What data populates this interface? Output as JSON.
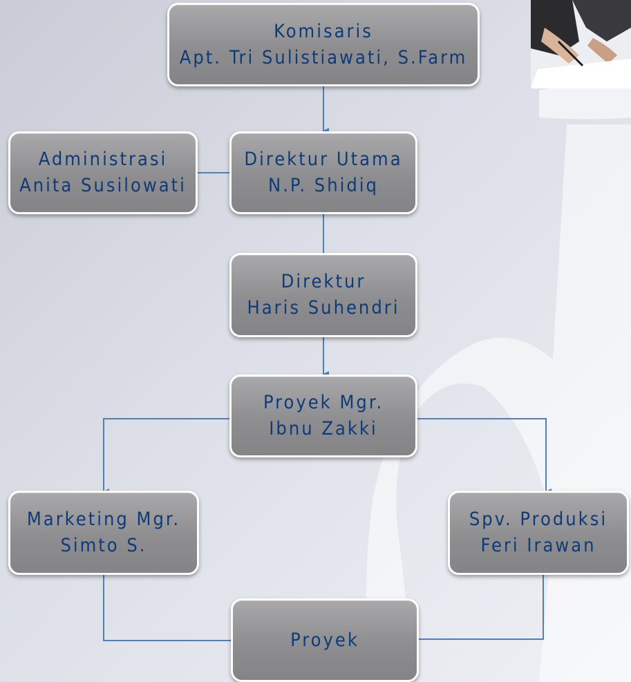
{
  "nodes": {
    "komisaris": {
      "role": "Komisaris",
      "name": "Apt. Tri Sulistiawati, S.Farm"
    },
    "direktur_utama": {
      "role": "Direktur Utama",
      "name": "N.P. Shidiq"
    },
    "administrasi": {
      "role": "Administrasi",
      "name": "Anita Susilowati"
    },
    "direktur": {
      "role": "Direktur",
      "name": "Haris Suhendri"
    },
    "proyek_mgr": {
      "role": "Proyek Mgr.",
      "name": "Ibnu Zakki"
    },
    "marketing_mgr": {
      "role": "Marketing Mgr.",
      "name": "Simto S."
    },
    "spv_produksi": {
      "role": "Spv. Produksi",
      "name": "Feri Irawan"
    },
    "proyek": {
      "role": "Proyek"
    }
  },
  "colors": {
    "node_text": "#0e3b77",
    "connector": "#4d7ec0",
    "node_border": "#ffffff"
  },
  "decorations": {
    "photo": "business-signing-photo",
    "watermark": "white-stylized-logo-watermark"
  }
}
